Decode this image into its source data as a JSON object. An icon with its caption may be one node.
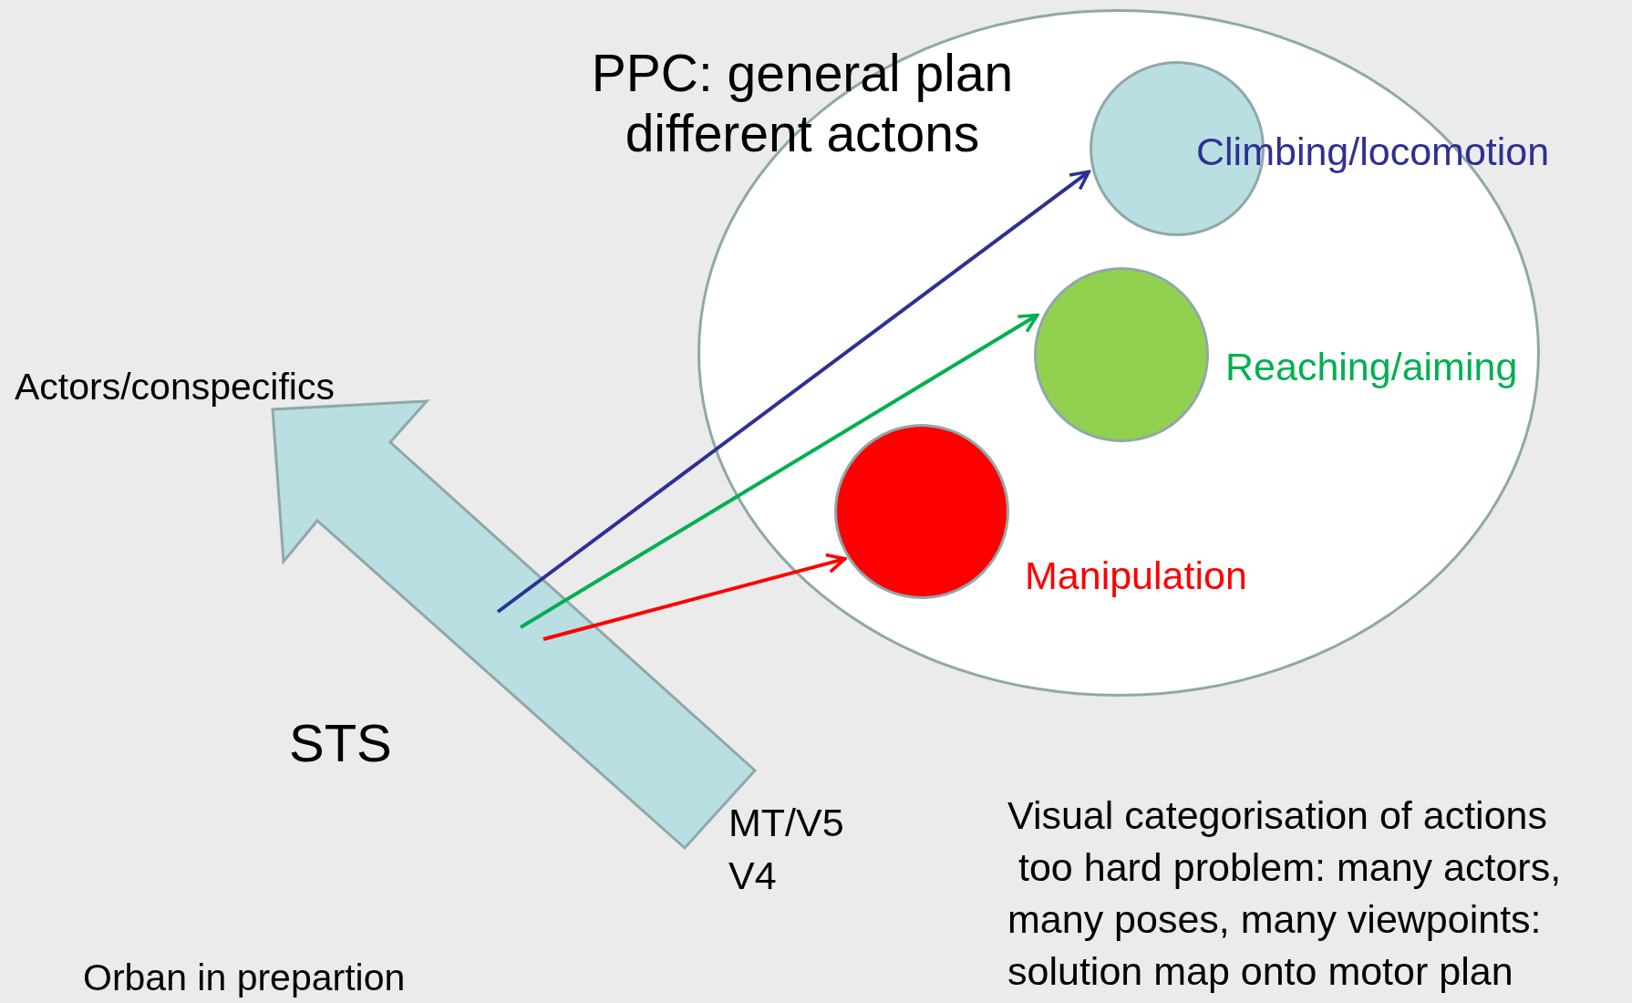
{
  "diagram": {
    "nodes": [
      {
        "text": [
          "PPC: general plan different actons"
        ]
      },
      {
        "text": [],
        "shape": "circle",
        "in": 0,
        "beside": [
          "Climbing/locomotion"
        ]
      },
      {
        "text": [],
        "shape": "circle",
        "in": 0,
        "beside": [
          "Reaching/aiming"
        ]
      },
      {
        "text": [],
        "shape": "circle",
        "in": 0,
        "beside": [
          "Manipulation"
        ]
      },
      {
        "text": [],
        "shape": "arrow",
        "beside": [
          "STS"
        ]
      }
    ],
    "edges": [
      {
        "from": 4,
        "to": 1,
        "arrow": "to",
        "color": "#2e3192"
      },
      {
        "from": 4,
        "to": 2,
        "arrow": "to",
        "color": "#00b050"
      },
      {
        "from": 4,
        "to": 3,
        "arrow": "to",
        "color": "#ff0000"
      }
    ],
    "labels": [
      "Actors/conspecifics",
      "MT/V5",
      "V4",
      "Visual categorisation of actions",
      "too hard problem: many actors,",
      "many poses, many viewpoints:",
      "solution map onto motor plan",
      "Orban in prepartion"
    ]
  }
}
